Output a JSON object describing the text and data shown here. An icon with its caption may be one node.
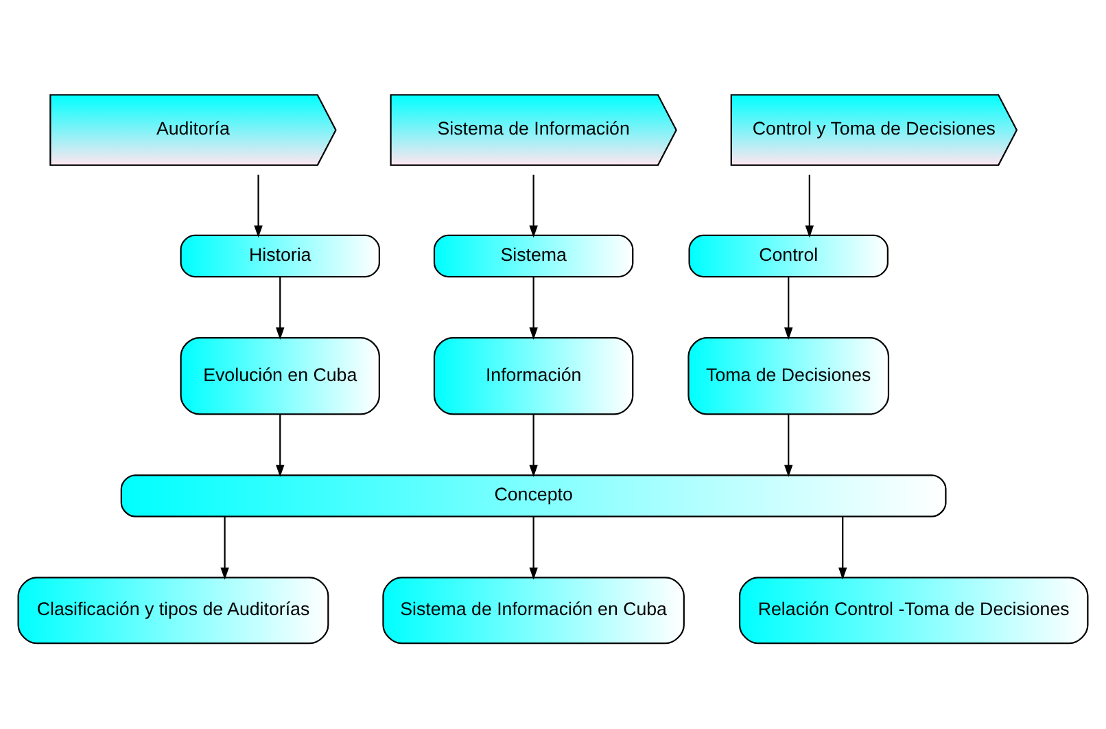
{
  "diagram": {
    "nodes": [
      {
        "text": [
          "Auditoría"
        ]
      },
      {
        "text": [
          "Sistema de Información"
        ]
      },
      {
        "text": [
          "Control y Toma de Decisiones"
        ]
      },
      {
        "text": [
          "Historia"
        ]
      },
      {
        "text": [
          "Sistema"
        ]
      },
      {
        "text": [
          "Control"
        ]
      },
      {
        "text": [
          "Evolución en Cuba"
        ]
      },
      {
        "text": [
          "Información"
        ]
      },
      {
        "text": [
          "Toma de Decisiones"
        ]
      },
      {
        "text": [
          "Concepto"
        ]
      },
      {
        "text": [
          "Clasificación y tipos de Auditorías"
        ]
      },
      {
        "text": [
          "Sistema de Información en Cuba"
        ]
      },
      {
        "text": [
          "Relación Control -Toma de Decisiones"
        ]
      }
    ],
    "edges": [
      {
        "from": 0,
        "to": 3,
        "arrow": "to"
      },
      {
        "from": 1,
        "to": 4,
        "arrow": "to"
      },
      {
        "from": 2,
        "to": 5,
        "arrow": "to"
      },
      {
        "from": 3,
        "to": 6,
        "arrow": "to"
      },
      {
        "from": 4,
        "to": 7,
        "arrow": "to"
      },
      {
        "from": 5,
        "to": 8,
        "arrow": "to"
      },
      {
        "from": 6,
        "to": 9,
        "arrow": "to"
      },
      {
        "from": 7,
        "to": 9,
        "arrow": "to"
      },
      {
        "from": 8,
        "to": 9,
        "arrow": "to"
      },
      {
        "from": 9,
        "to": 10,
        "arrow": "to"
      },
      {
        "from": 9,
        "to": 11,
        "arrow": "to"
      },
      {
        "from": 9,
        "to": 12,
        "arrow": "to"
      }
    ]
  }
}
